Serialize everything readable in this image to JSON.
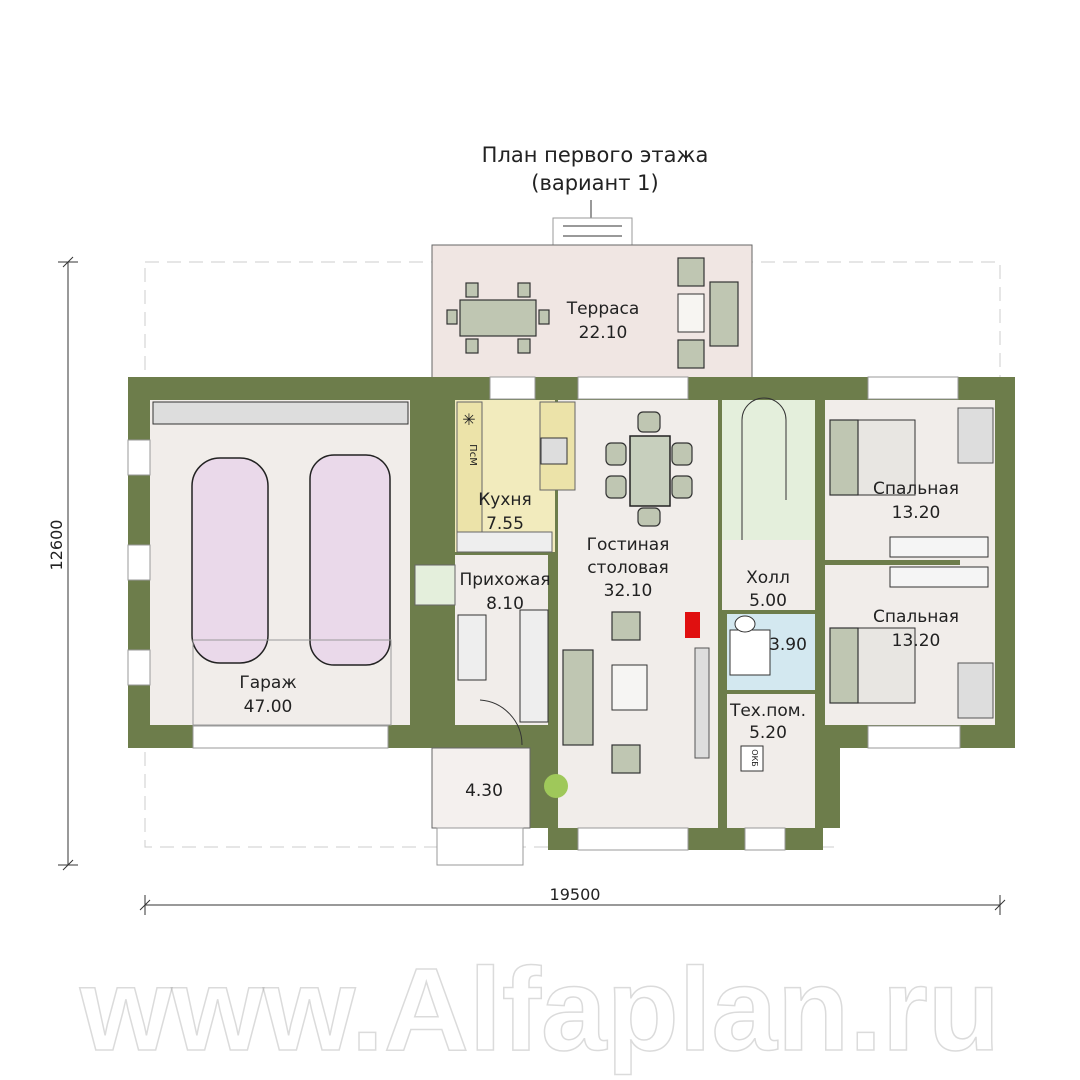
{
  "title": {
    "line1": "План первого этажа",
    "line2": "(вариант 1)"
  },
  "rooms": {
    "terrace": {
      "name": "Терраса",
      "area": "22.10"
    },
    "garage": {
      "name": "Гараж",
      "area": "47.00"
    },
    "kitchen": {
      "name": "Кухня",
      "area": "7.55"
    },
    "living": {
      "name1": "Гостиная",
      "name2": "столовая",
      "area": "32.10"
    },
    "hallway": {
      "name": "Прихожая",
      "area": "8.10"
    },
    "hall": {
      "name": "Холл",
      "area": "5.00"
    },
    "bathroom": {
      "area": "3.90"
    },
    "tech": {
      "name": "Тех.пом.",
      "area": "5.20"
    },
    "bedroom1": {
      "name": "Спальная",
      "area": "13.20"
    },
    "bedroom2": {
      "name": "Спальная",
      "area": "13.20"
    },
    "porch": {
      "area": "4.30"
    }
  },
  "labels": {
    "pcm": "ПсМ",
    "okb": "ОКБ"
  },
  "dimensions": {
    "width": "19500",
    "height": "12600"
  },
  "watermark": "www.Alfaplan.ru",
  "colors": {
    "wall": "#6d7d4b",
    "floor": "#f1edea",
    "kitchen": "#f2ebbd",
    "stairs": "#e4efdc",
    "bath": "#d3e8f0",
    "car": "#ead9ea",
    "fireplace": "#e01010"
  }
}
